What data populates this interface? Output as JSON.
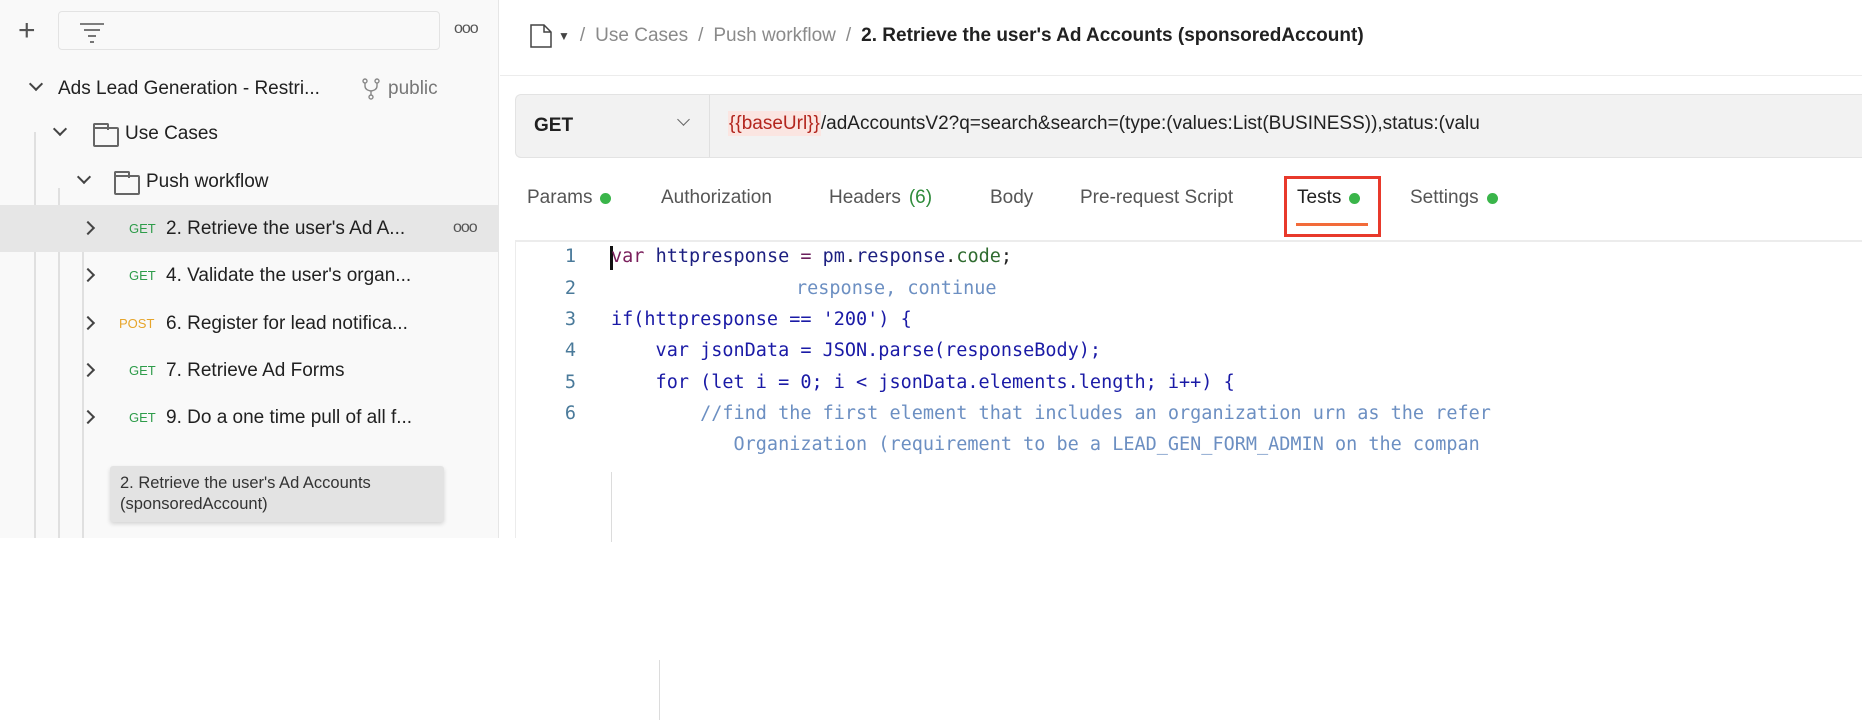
{
  "sidebar": {
    "collection": {
      "name": "Ads Lead Generation - Restri...",
      "visibility": "public"
    },
    "folders": [
      {
        "name": "Use Cases"
      },
      {
        "name": "Push workflow"
      }
    ],
    "requests": [
      {
        "method": "GET",
        "name": "2. Retrieve the user's Ad A...",
        "selected": true
      },
      {
        "method": "GET",
        "name": "4. Validate the user's organ..."
      },
      {
        "method": "POST",
        "name": "6. Register for lead notifica..."
      },
      {
        "method": "GET",
        "name": "7. Retrieve Ad Forms"
      },
      {
        "method": "GET",
        "name": "9. Do a one time pull of all f..."
      }
    ],
    "method_colors": {
      "GET": "#2e9c4a",
      "POST": "#e6a52b"
    }
  },
  "tooltip": {
    "line1": "2. Retrieve the user's Ad Accounts",
    "line2": "(sponsoredAccount)"
  },
  "breadcrumb": {
    "sep": "/",
    "items": [
      "Use Cases",
      "Push workflow"
    ],
    "current": "2. Retrieve the user's Ad Accounts (sponsoredAccount)"
  },
  "request": {
    "method": "GET",
    "url_var": "{{baseUrl}}",
    "url_rest": "/adAccountsV2?q=search&search=(type:(values:List(BUSINESS)),status:(valu"
  },
  "tabs": [
    {
      "label": "Params",
      "dot": true
    },
    {
      "label": "Authorization"
    },
    {
      "label": "Headers",
      "count": "(6)"
    },
    {
      "label": "Body"
    },
    {
      "label": "Pre-request Script"
    },
    {
      "label": "Tests",
      "dot": true,
      "active": true
    },
    {
      "label": "Settings",
      "dot": true
    }
  ],
  "editor": {
    "line_numbers": [
      "1",
      "2",
      "3",
      "4",
      "5",
      "6"
    ],
    "lines": [
      "var httpresponse = pm.response.code;",
      "response, continue",
      "if(httpresponse == '200') {",
      "    var jsonData = JSON.parse(responseBody);",
      "    for (let i = 0; i < jsonData.elements.length; i++) {",
      "        //find the first element that includes an organization urn as the refer",
      "           Organization (requirement to be a LEAD_GEN_FORM_ADMIN on the compan"
    ]
  }
}
